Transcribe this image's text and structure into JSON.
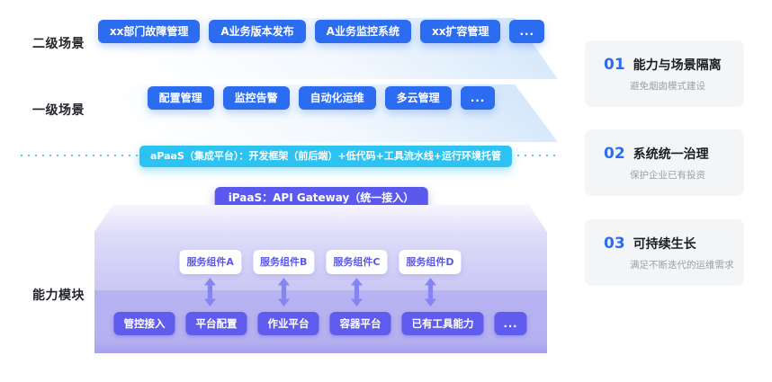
{
  "diagram": {
    "row_labels": {
      "secondary": "二级场景",
      "primary": "一级场景",
      "capability": "能力模块"
    },
    "secondary_scenarios": [
      "xx部门故障管理",
      "A业务版本发布",
      "A业务监控系统",
      "xx扩容管理",
      "..."
    ],
    "primary_scenarios": [
      "配置管理",
      "监控告警",
      "自动化运维",
      "多云管理",
      "..."
    ],
    "apaas_label": "aPaaS（集成平台）：开发框架（前后端）+低代码+工具流水线+运行环境托管",
    "ipaas_label": "iPaaS：API Gateway（统一接入）",
    "service_components": [
      "服务组件A",
      "服务组件B",
      "服务组件C",
      "服务组件D"
    ],
    "platform_capabilities": [
      "管控接入",
      "平台配置",
      "作业平台",
      "容器平台",
      "已有工具能力",
      "..."
    ]
  },
  "benefits": [
    {
      "number": "01",
      "title": "能力与场景隔离",
      "subtitle": "避免烟囱模式建设"
    },
    {
      "number": "02",
      "title": "系统统一治理",
      "subtitle": "保护企业已有投资"
    },
    {
      "number": "03",
      "title": "可持续生长",
      "subtitle": "满足不断迭代的运维需求"
    }
  ],
  "colors": {
    "scenario_blue": "#2b6cf0",
    "apaas_cyan": "#2cc2f2",
    "ipaas_indigo": "#5b58ee",
    "platform_indigo": "#5f5cee",
    "component_text_purple": "#5b58e8",
    "benefit_number_blue": "#2b6cf0"
  }
}
